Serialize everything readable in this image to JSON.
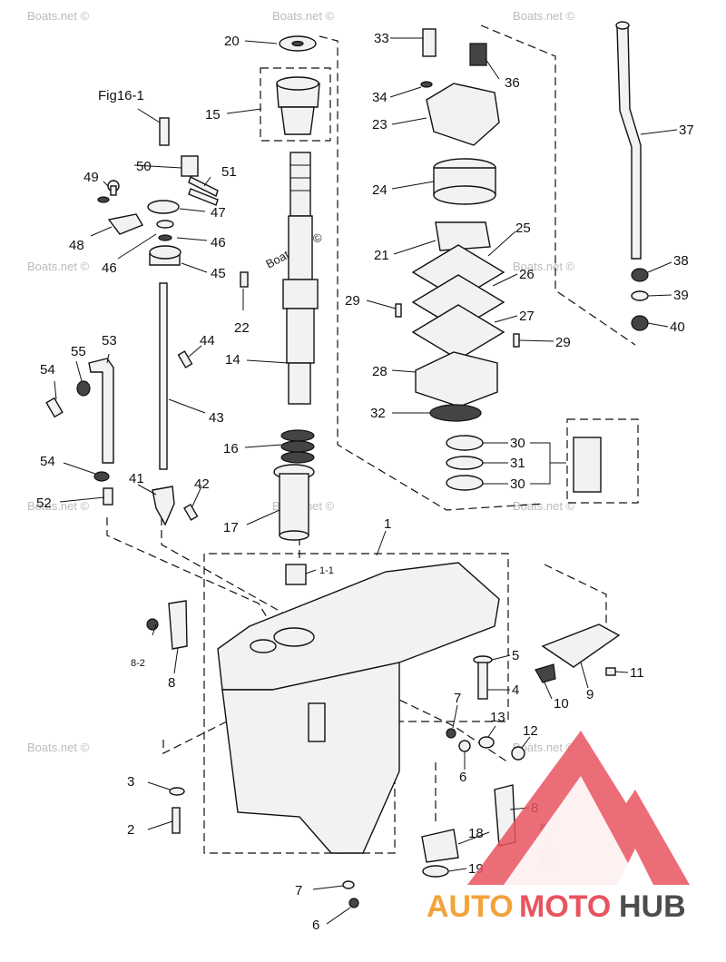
{
  "diagram": {
    "reference_label": "Fig16-1",
    "watermark_text": "Boats.net ©",
    "callouts": [
      "1",
      "1-1",
      "2",
      "3",
      "4",
      "5",
      "6",
      "7",
      "8",
      "8-1",
      "8-2",
      "9",
      "10",
      "11",
      "12",
      "13",
      "14",
      "15",
      "16",
      "17",
      "18",
      "19",
      "20",
      "21",
      "22",
      "23",
      "24",
      "25",
      "26",
      "27",
      "28",
      "29",
      "30",
      "31",
      "32",
      "33",
      "34",
      "36",
      "37",
      "38",
      "39",
      "40",
      "41",
      "42",
      "43",
      "44",
      "45",
      "46",
      "47",
      "48",
      "49",
      "50",
      "51",
      "52",
      "53",
      "54",
      "55"
    ]
  },
  "logo": {
    "part1": "AUTO",
    "part2": "MOTO",
    "part3": "HUB",
    "colors": {
      "part1": "#f2a33a",
      "part2": "#e8545f",
      "part3": "#4d4d4d",
      "triangle": "#e8545f"
    }
  }
}
